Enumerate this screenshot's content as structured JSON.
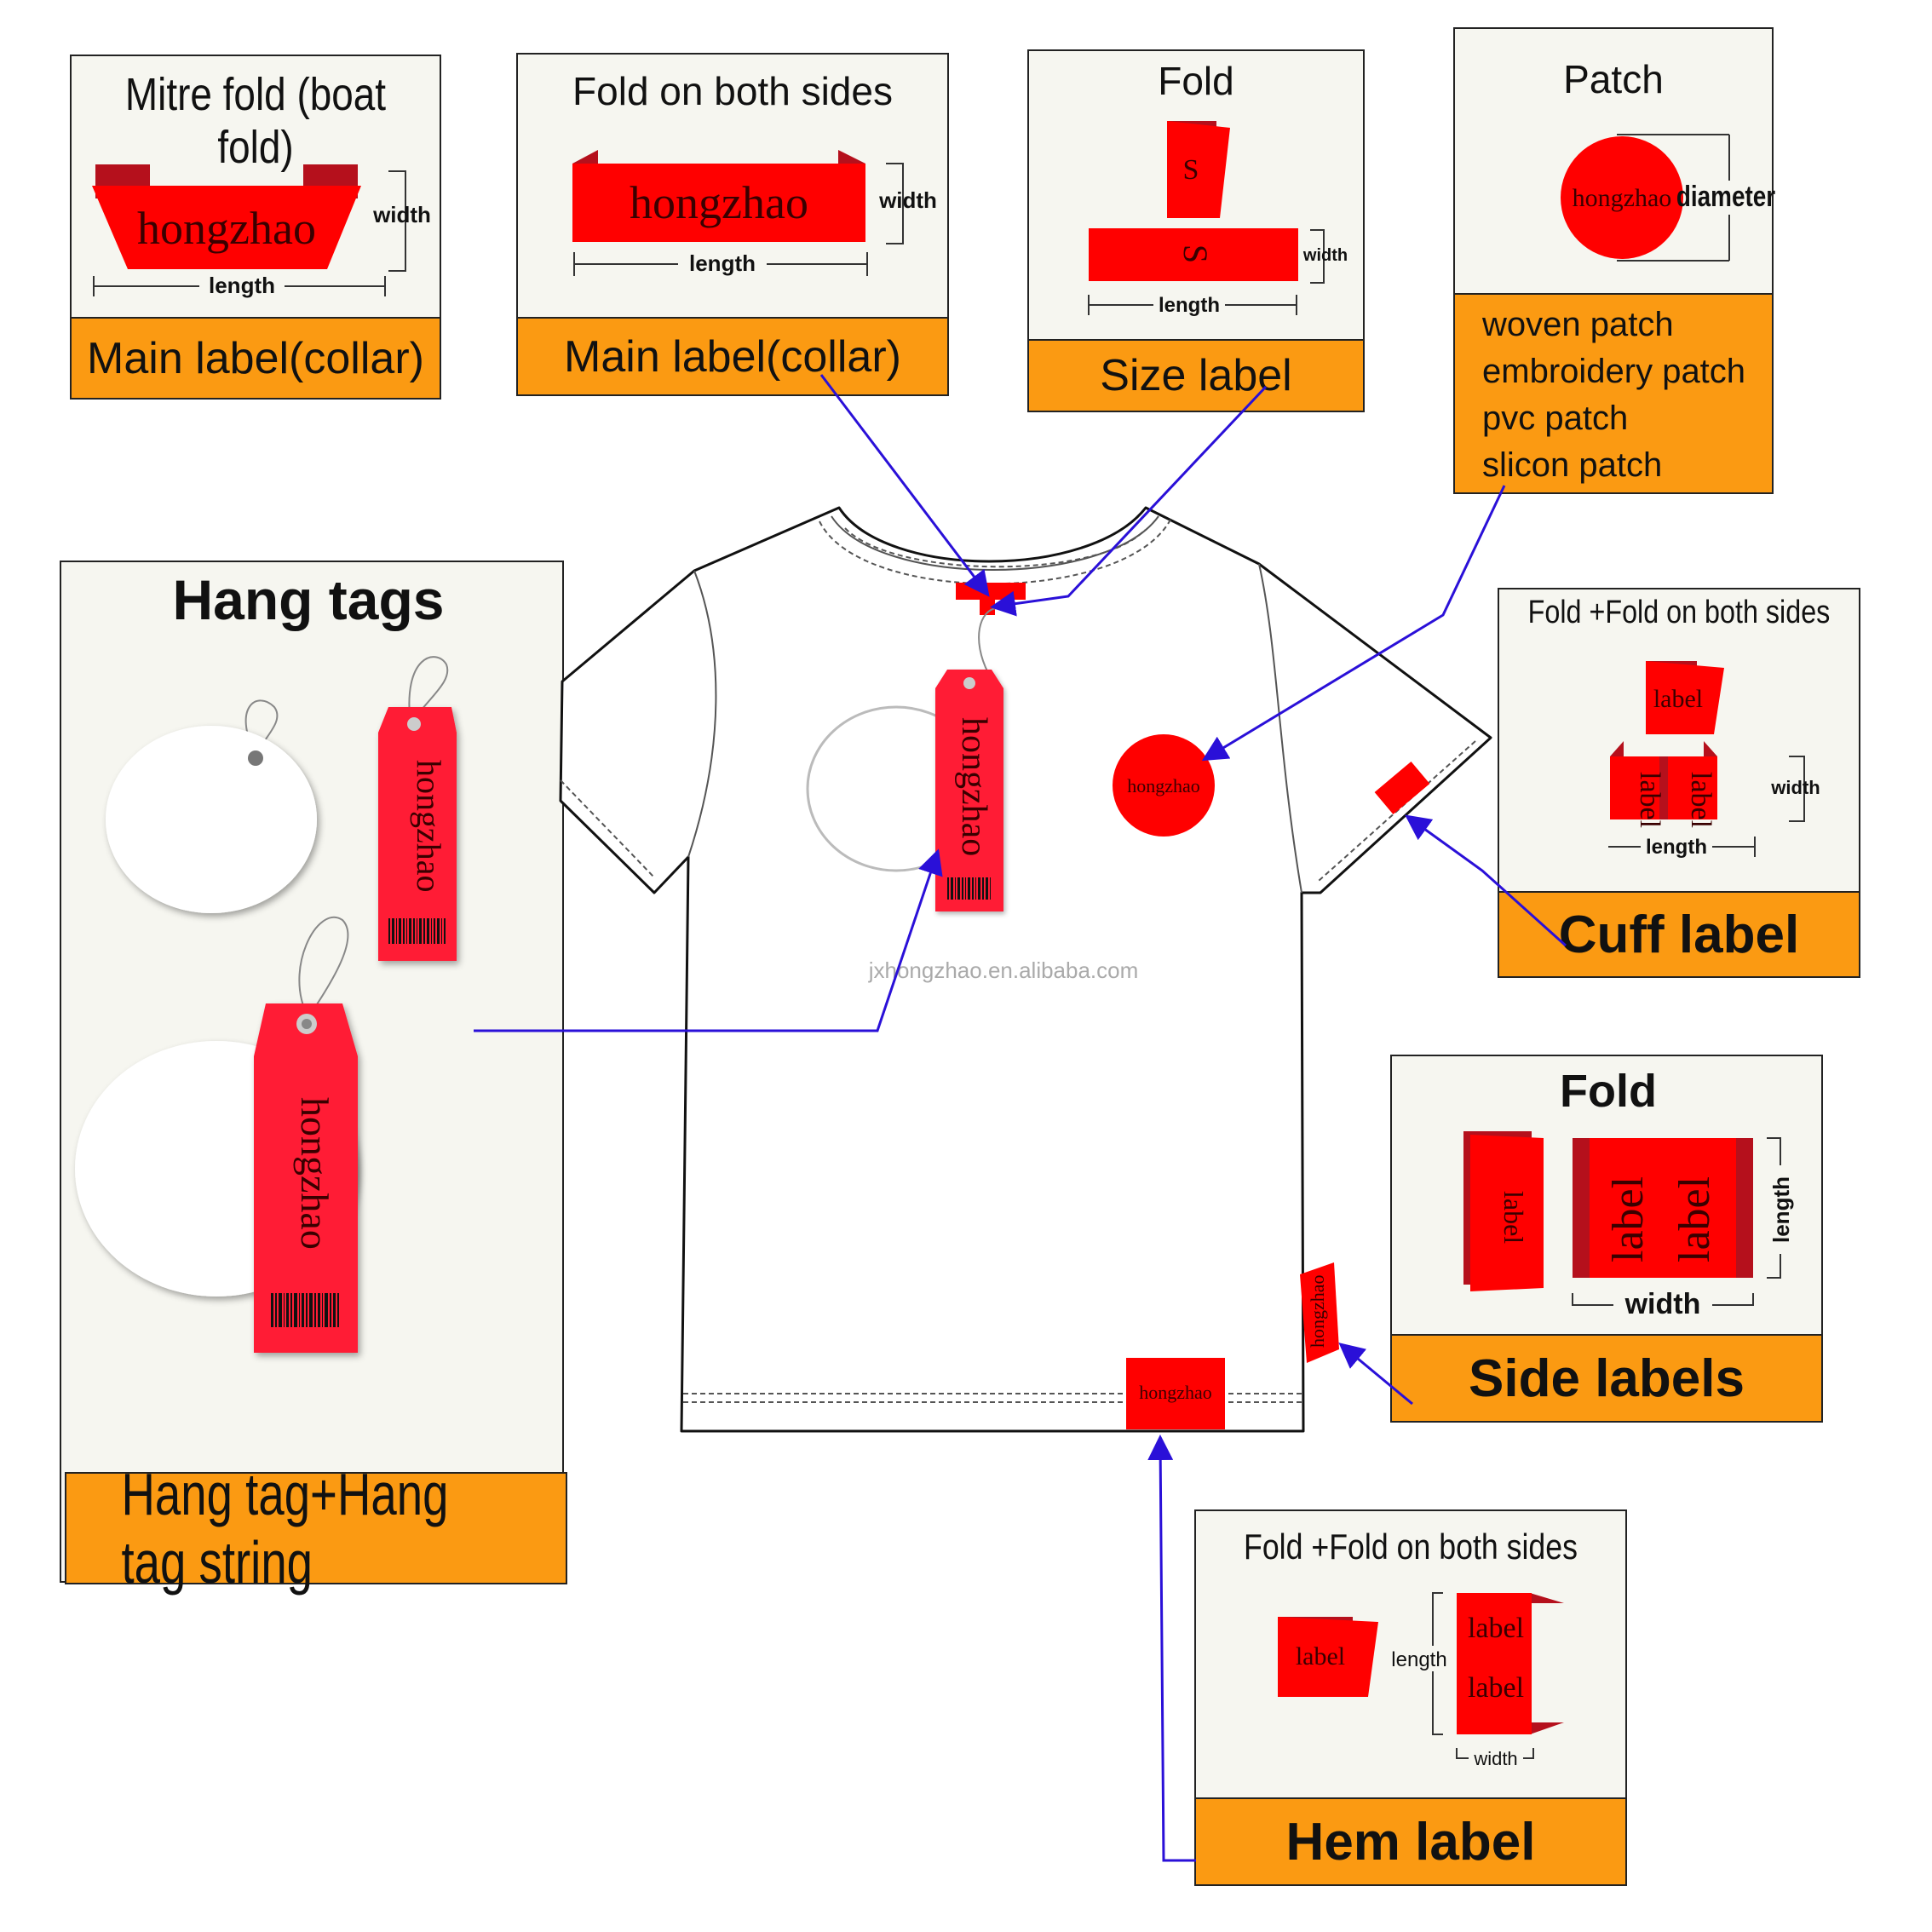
{
  "panels": {
    "mitre": {
      "title": "Mitre fold (boat fold)",
      "brand": "hongzhao",
      "width": "width",
      "length": "length",
      "bar": "Main label(collar)"
    },
    "fold_both": {
      "title": "Fold on both sides",
      "brand": "hongzhao",
      "width": "width",
      "length": "length",
      "bar": "Main label(collar)"
    },
    "fold_size": {
      "title": "Fold",
      "letter": "S",
      "width": "width",
      "length": "length",
      "bar": "Size label"
    },
    "patch": {
      "title": "Patch",
      "brand": "hongzhao",
      "diameter": "diameter",
      "types": [
        "woven patch",
        "embroidery patch",
        "pvc patch",
        "slicon patch"
      ]
    },
    "hang": {
      "title": "Hang tags",
      "brand": "hongzhao",
      "bar": "Hang tag+Hang tag string"
    },
    "cuff": {
      "title": "Fold +Fold on both sides",
      "word": "label",
      "width": "width",
      "length": "length",
      "bar": "Cuff label"
    },
    "side": {
      "title": "Fold",
      "word": "label",
      "width": "width",
      "length": "length",
      "bar": "Side labels"
    },
    "hem": {
      "title": "Fold +Fold on both sides",
      "word": "label",
      "width": "width",
      "length": "length",
      "bar": "Hem label"
    }
  },
  "shirt": {
    "brand": "hongzhao",
    "watermark": "jxhongzhao.en.alibaba.com"
  },
  "colors": {
    "red": "#ff0000",
    "dark_red": "#b5101c",
    "orange": "#fb9a12",
    "panel_bg": "#f6f6f0",
    "arrow": "#2a10d8",
    "tag_red": "#ff1a35"
  }
}
